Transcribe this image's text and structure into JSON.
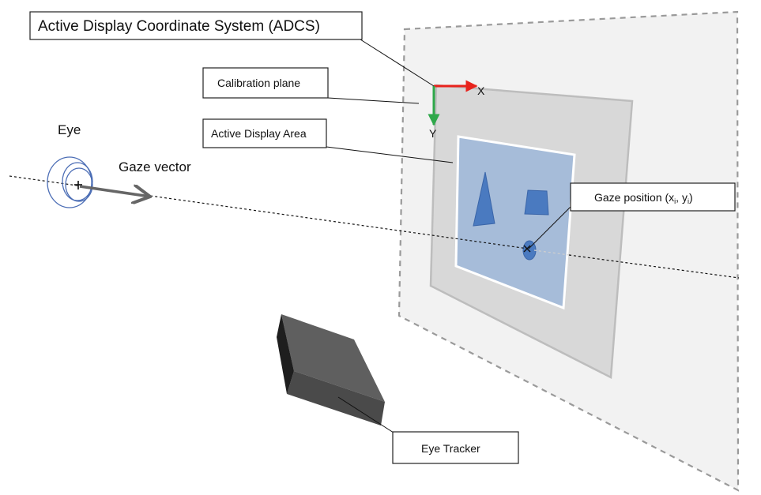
{
  "labels": {
    "adcs": "Active Display Coordinate System (ADCS)",
    "calibration_plane": "Calibration plane",
    "active_display_area": "Active Display Area",
    "eye": "Eye",
    "gaze_vector": "Gaze vector",
    "gaze_position_prefix": "Gaze position (x",
    "gaze_position_sub": "i",
    "gaze_position_mid": ", y",
    "gaze_position_suffix": ")",
    "eye_tracker": "Eye Tracker",
    "x_axis": "X",
    "y_axis": "Y"
  },
  "colors": {
    "outer_plane_fill": "#f2f2f2",
    "outer_plane_stroke": "#9a9a9a",
    "calibration_fill": "#d8d8d8",
    "calibration_stroke": "#bdbdbd",
    "active_area_fill": "#a6bcd9",
    "active_area_stroke": "#ffffff",
    "shape_fill": "#4a7ac0",
    "shape_stroke": "#3a65a8",
    "eye_stroke": "#4b6db5",
    "gaze_arrow": "#666666",
    "x_axis": "#e8231c",
    "y_axis": "#2ea84a",
    "tracker_top": "#5f5f5f",
    "tracker_front": "#4a4a4a",
    "tracker_side": "#1e1e1e"
  }
}
